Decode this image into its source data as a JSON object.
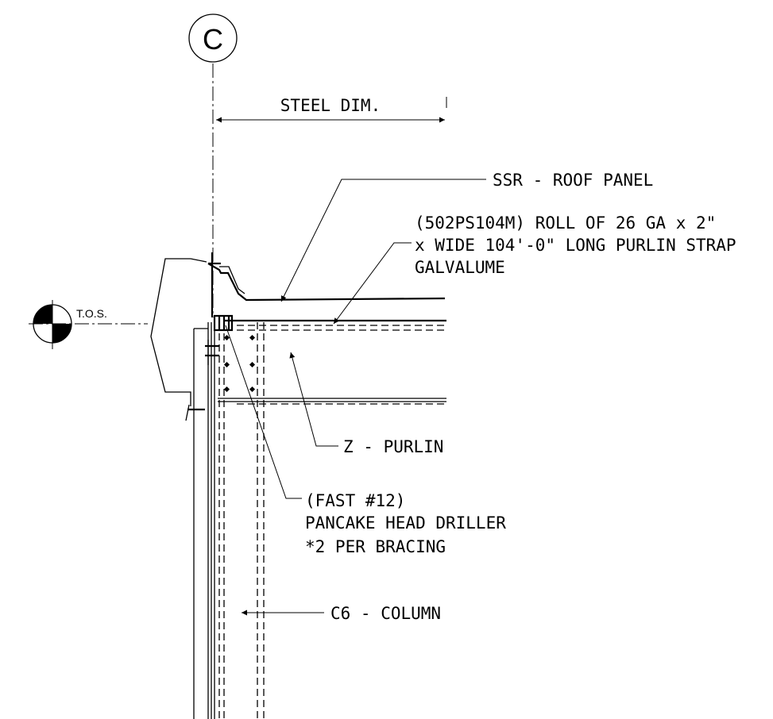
{
  "grid_bubble": {
    "label": "C"
  },
  "dimension": {
    "label": "STEEL DIM."
  },
  "elevation_marker": {
    "label": "T.O.S."
  },
  "callouts": {
    "roof_panel": "SSR - ROOF PANEL",
    "purlin_strap": {
      "line1": "(502PS104M) ROLL OF 26 GA x 2\"",
      "line2": "x WIDE 104'-0\" LONG PURLIN STRAP",
      "line3": "GALVALUME"
    },
    "z_purlin": "Z - PURLIN",
    "fastener": {
      "line1": "(FAST #12)",
      "line2": "PANCAKE HEAD DRILLER",
      "line3": "*2 PER BRACING"
    },
    "column": "C6 - COLUMN"
  }
}
